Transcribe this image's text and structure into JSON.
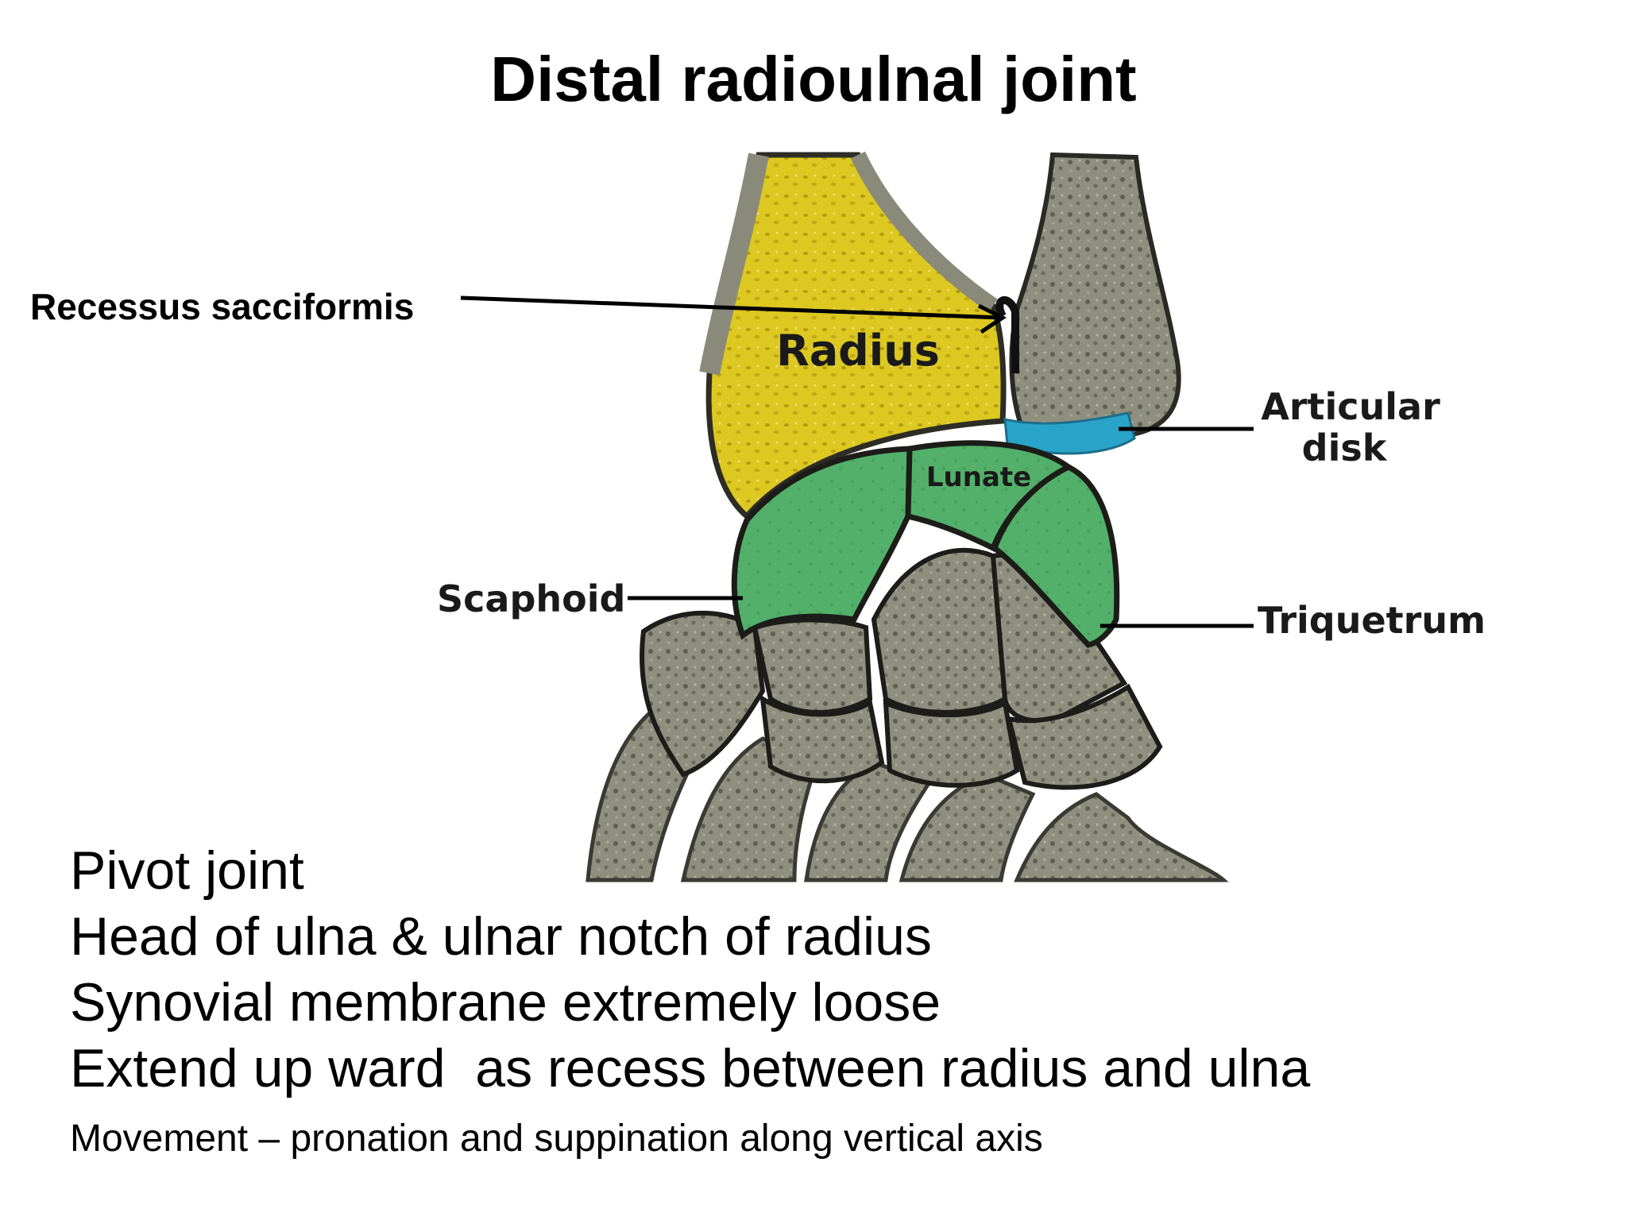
{
  "title": "Distal radioulnal joint",
  "diagram": {
    "labels": {
      "radius": "Radius",
      "lunate": "Lunate",
      "scaphoid": "Scaphoid",
      "triquetrum": "Triquetrum",
      "articular_disk_line1": "Articular",
      "articular_disk_line2": "disk",
      "recessus": "Recessus sacciformis"
    },
    "colors": {
      "radius": "#d9c51e",
      "lunate": "#4caf63",
      "scaphoid": "#4caf63",
      "triquetrum": "#4caf63",
      "articular_disk": "#2aa3c9",
      "bone_gray": "#8a8a7a"
    }
  },
  "bullets": [
    "Pivot joint",
    "Head of ulna & ulnar notch of radius",
    "Synovial membrane extremely loose",
    "Extend up ward  as recess between radius and ulna"
  ],
  "note": "Movement – pronation and suppination along vertical axis"
}
